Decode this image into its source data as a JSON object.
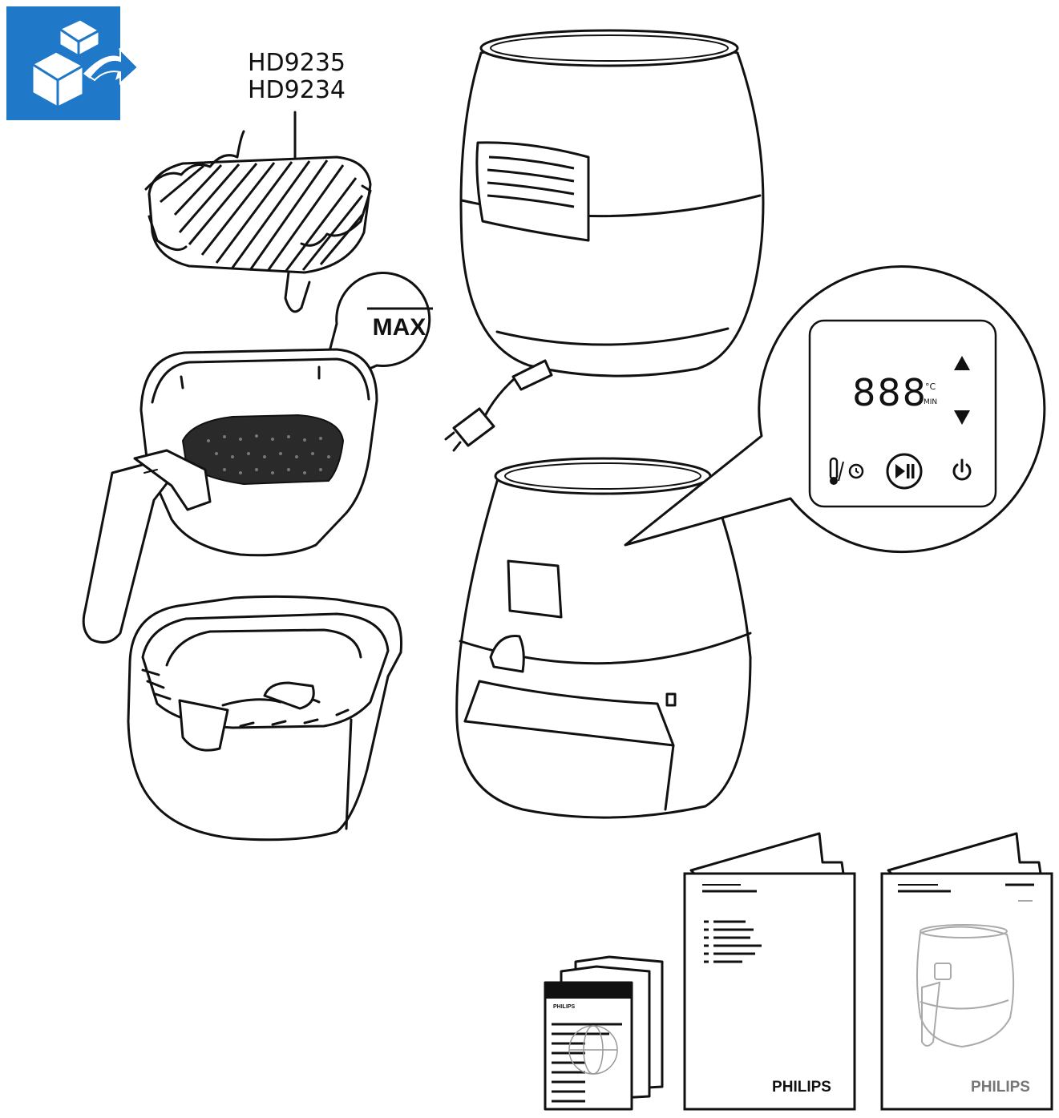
{
  "model_labels": [
    "HD9235",
    "HD9234"
  ],
  "max_label": "MAX",
  "display": {
    "digits": "888",
    "unit_temp": "°C",
    "unit_time": "MIN"
  },
  "brand_text": [
    "PHILIPS",
    "PHILIPS"
  ],
  "booklet_brand": "PHILIPS",
  "colors": {
    "unbox_icon_bg": "#1f78c8",
    "line": "#111111"
  },
  "icons": [
    "unbox-icon",
    "up-arrow-icon",
    "down-arrow-icon",
    "temp-timer-icon",
    "start-pause-icon",
    "power-icon"
  ]
}
